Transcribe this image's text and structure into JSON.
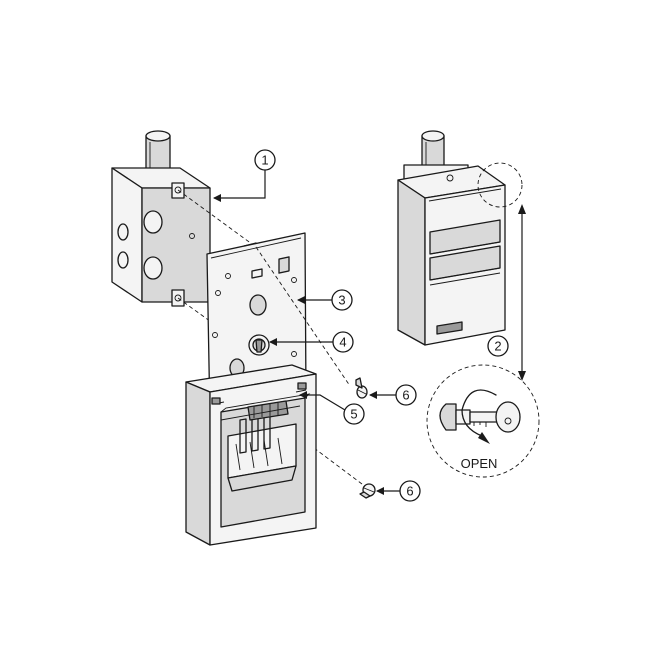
{
  "callouts": [
    {
      "label": "1"
    },
    {
      "label": "2"
    },
    {
      "label": "3"
    },
    {
      "label": "4"
    },
    {
      "label": "5"
    },
    {
      "label": "6"
    },
    {
      "label": "6"
    }
  ],
  "detail": {
    "open_label": "OPEN"
  }
}
